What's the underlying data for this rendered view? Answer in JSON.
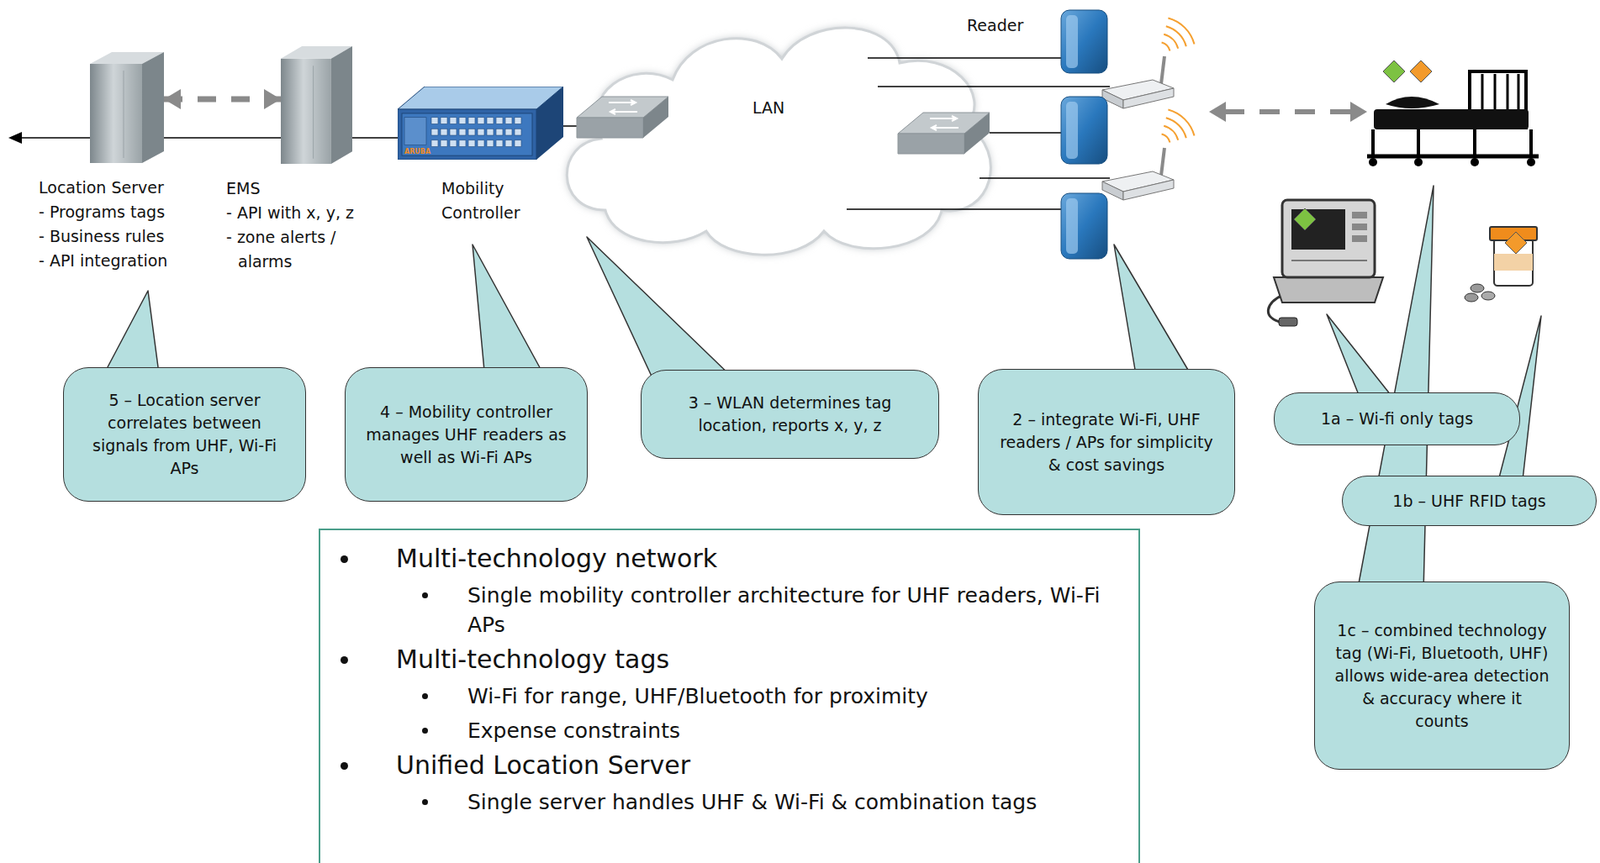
{
  "diagram": {
    "nodes": [
      {
        "text": [
          "Location Server",
          "- Programs tags",
          "- Business rules",
          "- API integration"
        ]
      },
      {
        "text": [
          "EMS",
          "- API with x, y, z",
          "- zone alerts / alarms"
        ]
      },
      {
        "text": [
          "Mobility Controller"
        ]
      },
      {
        "text": [
          "5 – Location server correlates between signals from UHF, Wi-Fi APs"
        ]
      },
      {
        "text": [
          "4 – Mobility controller manages UHF readers as well as Wi-Fi APs"
        ]
      },
      {
        "text": [
          "3 – WLAN determines tag location, reports x, y, z"
        ]
      },
      {
        "text": [
          "2 – integrate Wi-Fi, UHF readers / APs for simplicity & cost savings"
        ]
      },
      {
        "text": [
          "1a – Wi-fi only tags"
        ]
      },
      {
        "text": [
          "1b – UHF RFID tags"
        ]
      },
      {
        "text": [
          "1c – combined technology tag (Wi-Fi, Bluetooth, UHF) allows wide-area detection & accuracy where it counts"
        ]
      },
      {
        "text": [
          "Multi-technology network",
          "Single mobility controller architecture for UHF readers, Wi-Fi APs",
          "Multi-technology tags",
          "Wi-Fi for range, UHF/Bluetooth for proximity",
          "Expense constraints",
          "Unified Location Server",
          "Single server handles UHF & Wi-Fi & combination tags"
        ]
      }
    ],
    "edges": [
      {
        "from": 0,
        "to": 1,
        "arrow": "both"
      },
      {
        "from": 1,
        "to": 2,
        "arrow": "none"
      }
    ],
    "labels": [
      "Reader",
      "LAN",
      "ARUBA"
    ]
  }
}
